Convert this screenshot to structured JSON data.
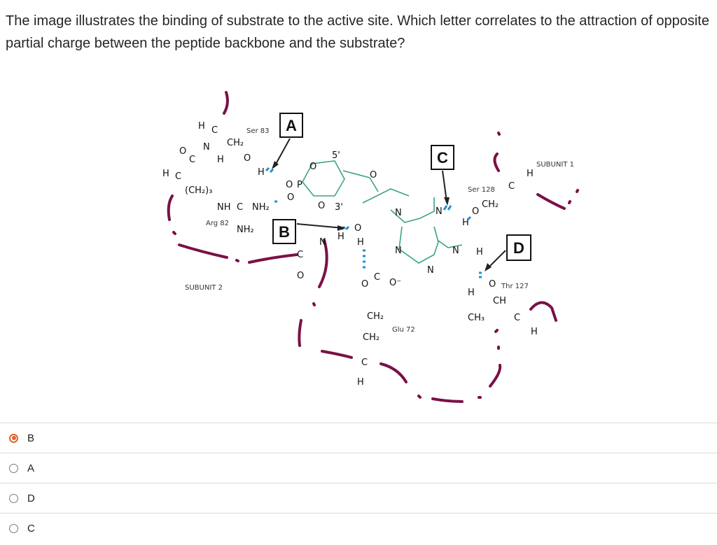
{
  "question": {
    "text": "The image illustrates the binding of substrate to the active site.  Which letter correlates to the attraction of opposite partial charge between the peptide backbone and the substrate?"
  },
  "figure": {
    "labels": {
      "ser83": "Ser 83",
      "arg82": "Arg 82",
      "ser128": "Ser 128",
      "thr127": "Thr 127",
      "glu72": "Glu 72",
      "subunit1": "SUBUNIT 1",
      "subunit2": "SUBUNIT 2",
      "five_prime": "5'",
      "three_prime": "3'"
    },
    "boxes": [
      "A",
      "B",
      "C",
      "D"
    ],
    "colors": {
      "backbone": "#7a1048",
      "hbond": "#1f8fd6",
      "ring": "#3aa57a",
      "arrow": "#222222"
    }
  },
  "options": [
    {
      "label": "B",
      "selected": true
    },
    {
      "label": "A",
      "selected": false
    },
    {
      "label": "D",
      "selected": false
    },
    {
      "label": "C",
      "selected": false
    }
  ]
}
